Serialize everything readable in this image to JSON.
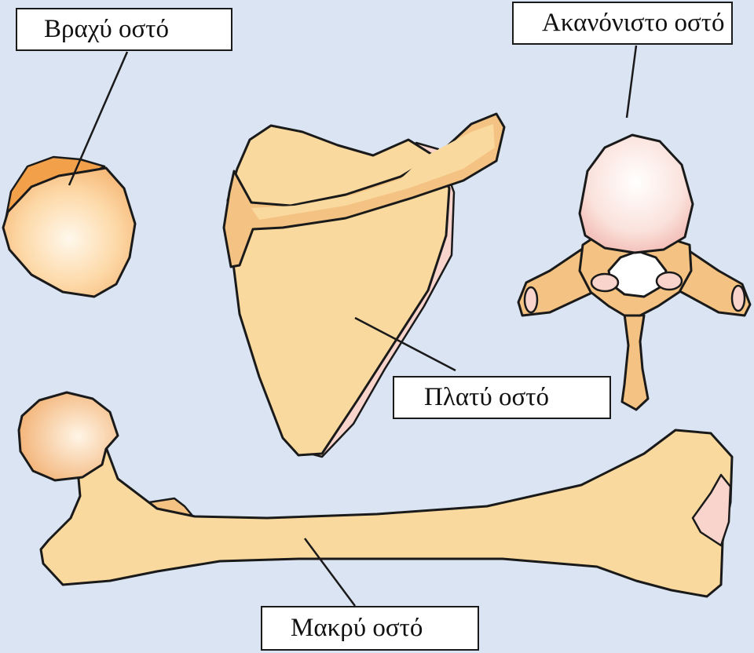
{
  "labels": {
    "short_bone": "Βραχύ οστό",
    "irregular_bone": "Ακανόνιστο οστό",
    "flat_bone": "Πλατύ οστό",
    "long_bone": "Μακρύ οστό"
  },
  "colors": {
    "background": "#dae4f2",
    "bone_fill": "#fad99e",
    "bone_shade": "#f4c282",
    "cartilage_orange": "#f2a04a",
    "joint_pink": "#f8c9c3",
    "outline": "#1a1a1a"
  }
}
